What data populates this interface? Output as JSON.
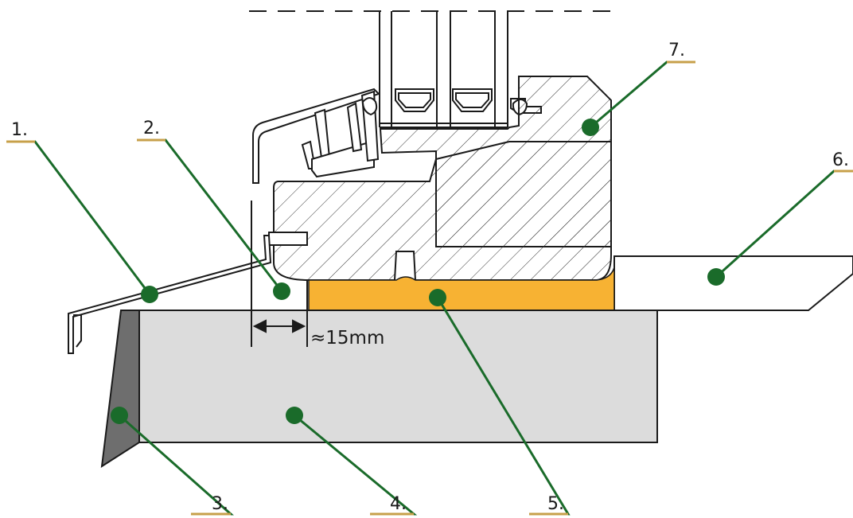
{
  "callouts": [
    {
      "id": "1",
      "label": "1."
    },
    {
      "id": "2",
      "label": "2."
    },
    {
      "id": "3",
      "label": "3."
    },
    {
      "id": "4",
      "label": "4."
    },
    {
      "id": "5",
      "label": "5."
    },
    {
      "id": "6",
      "label": "6."
    },
    {
      "id": "7",
      "label": "7."
    }
  ],
  "dimension": {
    "text": "≈15mm"
  },
  "colors": {
    "callout_dot": "#1a6b2a",
    "sealant": "#f7b233",
    "wall": "#dcdcdc",
    "wall_edge": "#6e6e6e",
    "outline": "#1a1a1a"
  }
}
